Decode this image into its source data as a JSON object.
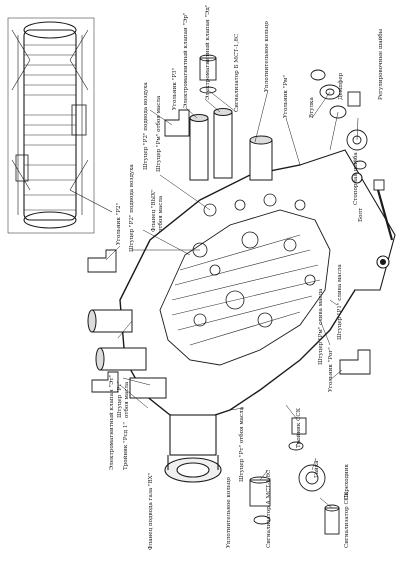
{
  "labels": {
    "elektromagn_top": "Электромагнитный клапан \"Эр\"",
    "elektromagn_top2": "Электромагнитный клапан \"Эд\"",
    "signalizator_b": "Сигнализатор Б МСТ-1,8С",
    "uplot_kolco_top": "Уплотнительное кольцо",
    "ugolnik_p3": "Угольник \"P3\"",
    "ugolnik_r_m": "Угольник \"Pм\"",
    "vtulka": "Втулка",
    "dempfer": "Демпфер",
    "reg_shaiba": "Регулировочные шайбы",
    "stopor_shaiba": "Стопорная шайба",
    "bolt": "Болт",
    "shtucer_otboi_masla": "Штуцер \"Pм\" отбоя масла",
    "shtucer_podvod_vozduha": "Штуцер \"P2\" подвода воздуха",
    "flanec_vyh": "Фланец \"ВЫХ\"",
    "otboi_masla": "отбоя масла",
    "ugolnik_p2": "Угольник \"P2\"",
    "shtucer_slivnoi": "Штуцер \"P1\" слива масла",
    "shtucer_pm_sliv": "Штуцер \"Pм\" слива масла",
    "elektromagn_left": "Электромагнитный клапан \"Эт\"",
    "shtucer_p1": "Штуцер \"Pт\"",
    "shtucer_p1_b": "отбоя масла",
    "troinik_pcd": "Тройник \"Pcд 1\"",
    "flanec_podvoda": "Фланец подвода газа \"ВХ\"",
    "shtucer_p_otboi": "Штуцер \"Pт\" отбоя масла",
    "troinik_ssk": "Тройник ССК",
    "gaika": "Гайка",
    "ugolnik_pog": "Угольник \"Pог\"",
    "signalizator_a": "Сигнализатор А МСТ-1,8С",
    "uplot_kolco_bottom": "Уплотнительное кольцо",
    "signalizator_ssk": "Сигнализатор ССК",
    "perehodnik": "Переходник"
  }
}
